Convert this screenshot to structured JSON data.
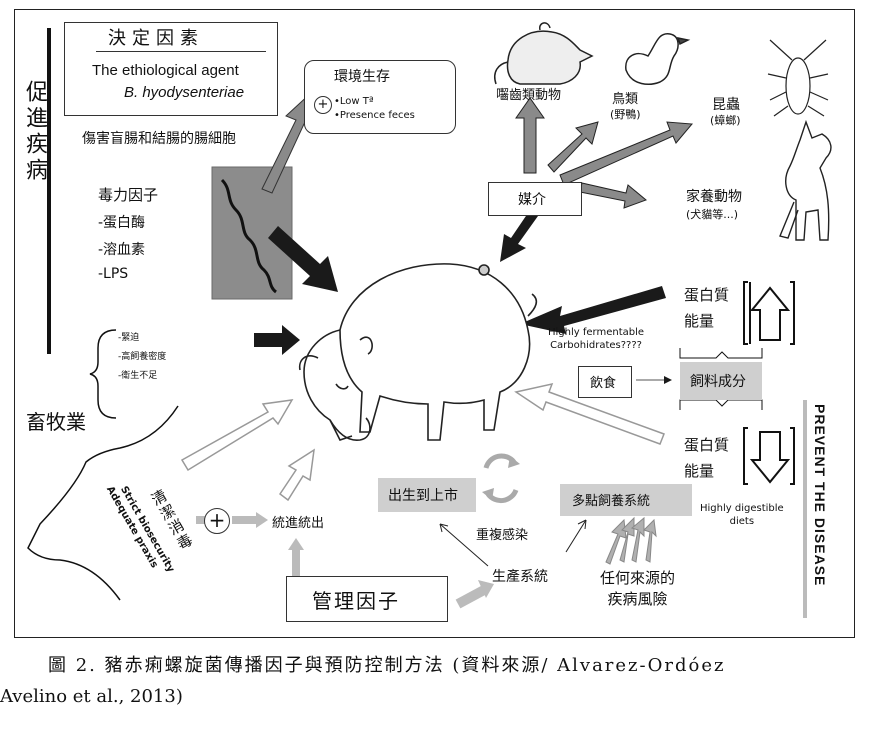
{
  "promote_disease": "促進疾病",
  "agent": {
    "title": "決定因素",
    "line1": "The ethiological agent",
    "line2": "B. hyodysenteriae",
    "damage": "傷害盲腸和結腸的腸細胞",
    "virulence_title": "毒力因子",
    "virulence_items": [
      "-蛋白酶",
      "-溶血素",
      "-LPS"
    ]
  },
  "environment": {
    "title": "環境生存",
    "plus": "+",
    "items": [
      "•Low Tª",
      "•Presence feces"
    ]
  },
  "vectors": {
    "label": "媒介",
    "rodents": "囓齒類動物",
    "birds": "鳥類",
    "birds_sub": "(野鴨)",
    "insects": "昆蟲",
    "insects_sub": "(蟑螂)",
    "domestic": "家養動物",
    "domestic_sub": "(犬貓等...)"
  },
  "husbandry": {
    "label": "畜牧業",
    "stressors": [
      "-緊迫",
      "-高飼養密度",
      "-衛生不足"
    ],
    "clean_label": "清潔消毒",
    "biosecurity": "Strict biosecurity",
    "praxis": "Adequate praxis",
    "plus": "+",
    "all_in_out": "統進統出"
  },
  "nutrition": {
    "protein_energy_up": "蛋白質\n能量",
    "protein_energy_down": "蛋白質\n能量",
    "fermentable": "Highly fermentable\nCarbohidrates????",
    "diet": "飲食",
    "feed_components": "飼料成分",
    "digestible": "Highly digestible\ndiets"
  },
  "prevent": "PREVENT THE DISEASE",
  "management": {
    "label": "管理因子",
    "birth_to_market": "出生到上市",
    "reinfection": "重複感染",
    "production_system": "生產系統",
    "multisite": "多點飼養系統",
    "risk": "任何來源的\n疾病風險"
  },
  "caption": {
    "line1": "圖 2. 豬赤痢螺旋菌傳播因子與預防控制方法 (資料來源/ Alvarez-Ordóez",
    "line2": "Avelino et al., 2013)"
  },
  "colors": {
    "dark_arrow": "#1a1a1a",
    "grey_arrow": "#8a8a8a",
    "light_arrow": "#d6d6d6",
    "grey_box": "#cfcfcf"
  }
}
